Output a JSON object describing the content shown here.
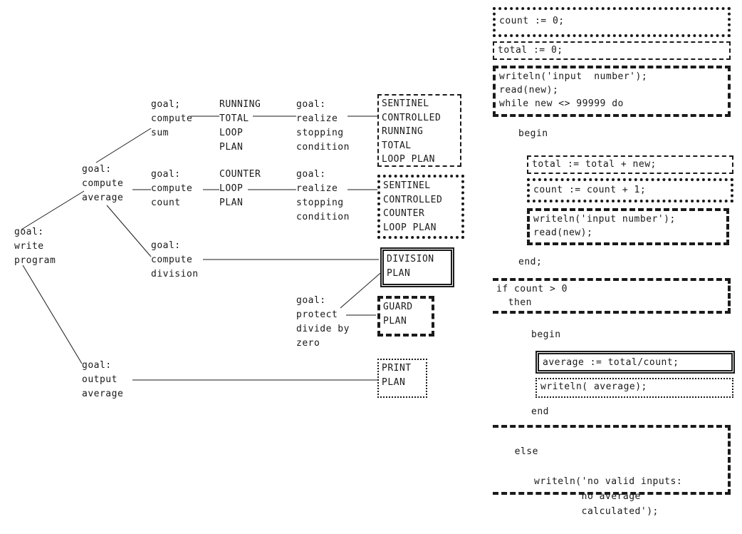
{
  "tree": {
    "root_goal": "goal:\nwrite\nprogram",
    "avg_goal": "goal:\ncompute\naverage",
    "out_goal": "goal:\noutput\naverage",
    "sum_goal": "goal;\ncompute\nsum",
    "count_goal": "goal:\ncompute\ncount",
    "div_goal": "goal:\ncompute\ndivision",
    "running_total": "RUNNING\nTOTAL\nLOOP\nPLAN",
    "counter_loop": "COUNTER\nLOOP\nPLAN",
    "stop_goal_1": "goal:\nrealize\nstopping\ncondition",
    "stop_goal_2": "goal:\nrealize\nstopping\ncondition",
    "protect_goal": "goal:\nprotect\ndivide by\nzero"
  },
  "plans": {
    "sentinel_running": "SENTINEL\nCONTROLLED\nRUNNING\nTOTAL\nLOOP PLAN",
    "sentinel_counter": "SENTINEL\nCONTROLLED\nCOUNTER\nLOOP PLAN",
    "division": "DIVISION\nPLAN",
    "guard": "GUARD\nPLAN",
    "print": "PRINT\nPLAN"
  },
  "code": {
    "count_init": "count := 0;",
    "total_init": "total := 0;",
    "read_loop": "writeln('input  number');\nread(new);\nwhile new <> 99999 do",
    "begin1": "begin",
    "total_add": "total := total + new;",
    "count_add": "count := count + 1;",
    "reread": "writeln('input number');\nread(new);",
    "end1": "end;",
    "if_then": "if count > 0\n  then",
    "begin2": "begin",
    "average": "average := total/count;",
    "write_avg": "writeln( average);",
    "end2": "end",
    "else_kw": "else",
    "no_valid": "writeln('no valid inputs:\n        no average\n        calculated');"
  }
}
